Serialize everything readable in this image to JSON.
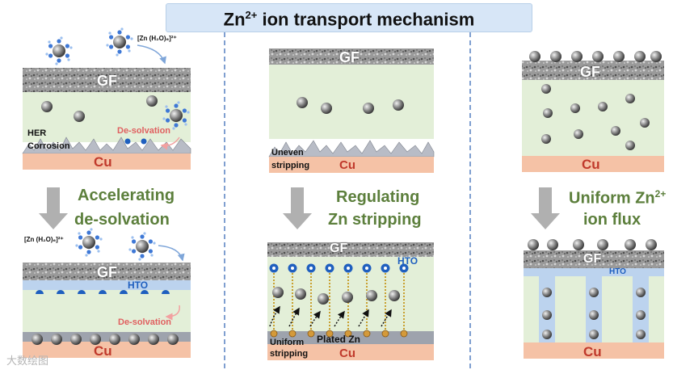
{
  "title": {
    "main": "Zn",
    "sup": "2+",
    "rest": " ion transport mechanism"
  },
  "labels": {
    "gf": "GF",
    "cu": "Cu",
    "hto": "HTO",
    "her": "HER",
    "corrosion": "Corrosion",
    "desolvation": "De-solvation",
    "uneven": "Uneven",
    "stripping": "stripping",
    "uniform": "Uniform",
    "plated_zn": "Plated Zn",
    "zn_formula": "[Zn (H₂O)₆]²⁺",
    "ion": "Zn²⁺"
  },
  "captions": {
    "left_1": "Accelerating",
    "left_2": "de-solvation",
    "mid_1": "Regulating",
    "mid_2": "Zn stripping",
    "right_1a": "Uniform Zn",
    "right_1sup": "2+",
    "right_2": "ion flux"
  },
  "watermark": "大数绘图",
  "colors": {
    "electrolyte": "#e3efd8",
    "cu": "#f5c2a6",
    "hto": "#bcd3ee",
    "caption_green": "#5c7f3c",
    "divider": "#7f9fd0",
    "zn_blue": "#1f5fbf",
    "gold": "#c8a030"
  },
  "icons": [
    "water-molecule-icon",
    "zn-ion-icon",
    "down-arrow-icon"
  ]
}
